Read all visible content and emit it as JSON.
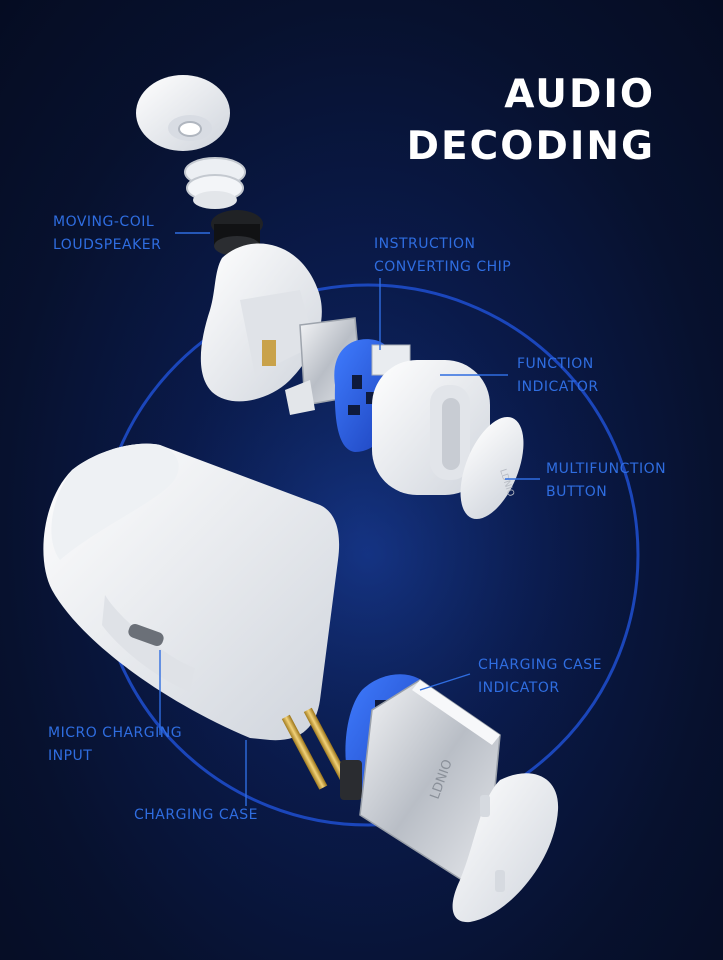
{
  "title": {
    "line1": "AUDIO",
    "line2": "DECODING"
  },
  "labels": {
    "loudspeaker": {
      "line1": "MOVING-COIL",
      "line2": "LOUDSPEAKER"
    },
    "chip": {
      "line1": "INSTRUCTION",
      "line2": "CONVERTING CHIP"
    },
    "function_indicator": {
      "line1": "FUNCTION",
      "line2": "INDICATOR"
    },
    "multifunction_button": {
      "line1": "MULTIFUNCTION",
      "line2": "BUTTON"
    },
    "case_indicator": {
      "line1": "CHARGING CASE",
      "line2": "INDICATOR"
    },
    "micro_input": {
      "line1": "MICRO CHARGING",
      "line2": "INPUT"
    },
    "charging_case": {
      "line1": "CHARGING CASE"
    }
  },
  "brand": {
    "logo_text": "LDNIO"
  },
  "colors": {
    "background": "#07112e",
    "accent": "#2f6de0",
    "ring": "#1e4fd0",
    "title": "#ffffff"
  }
}
